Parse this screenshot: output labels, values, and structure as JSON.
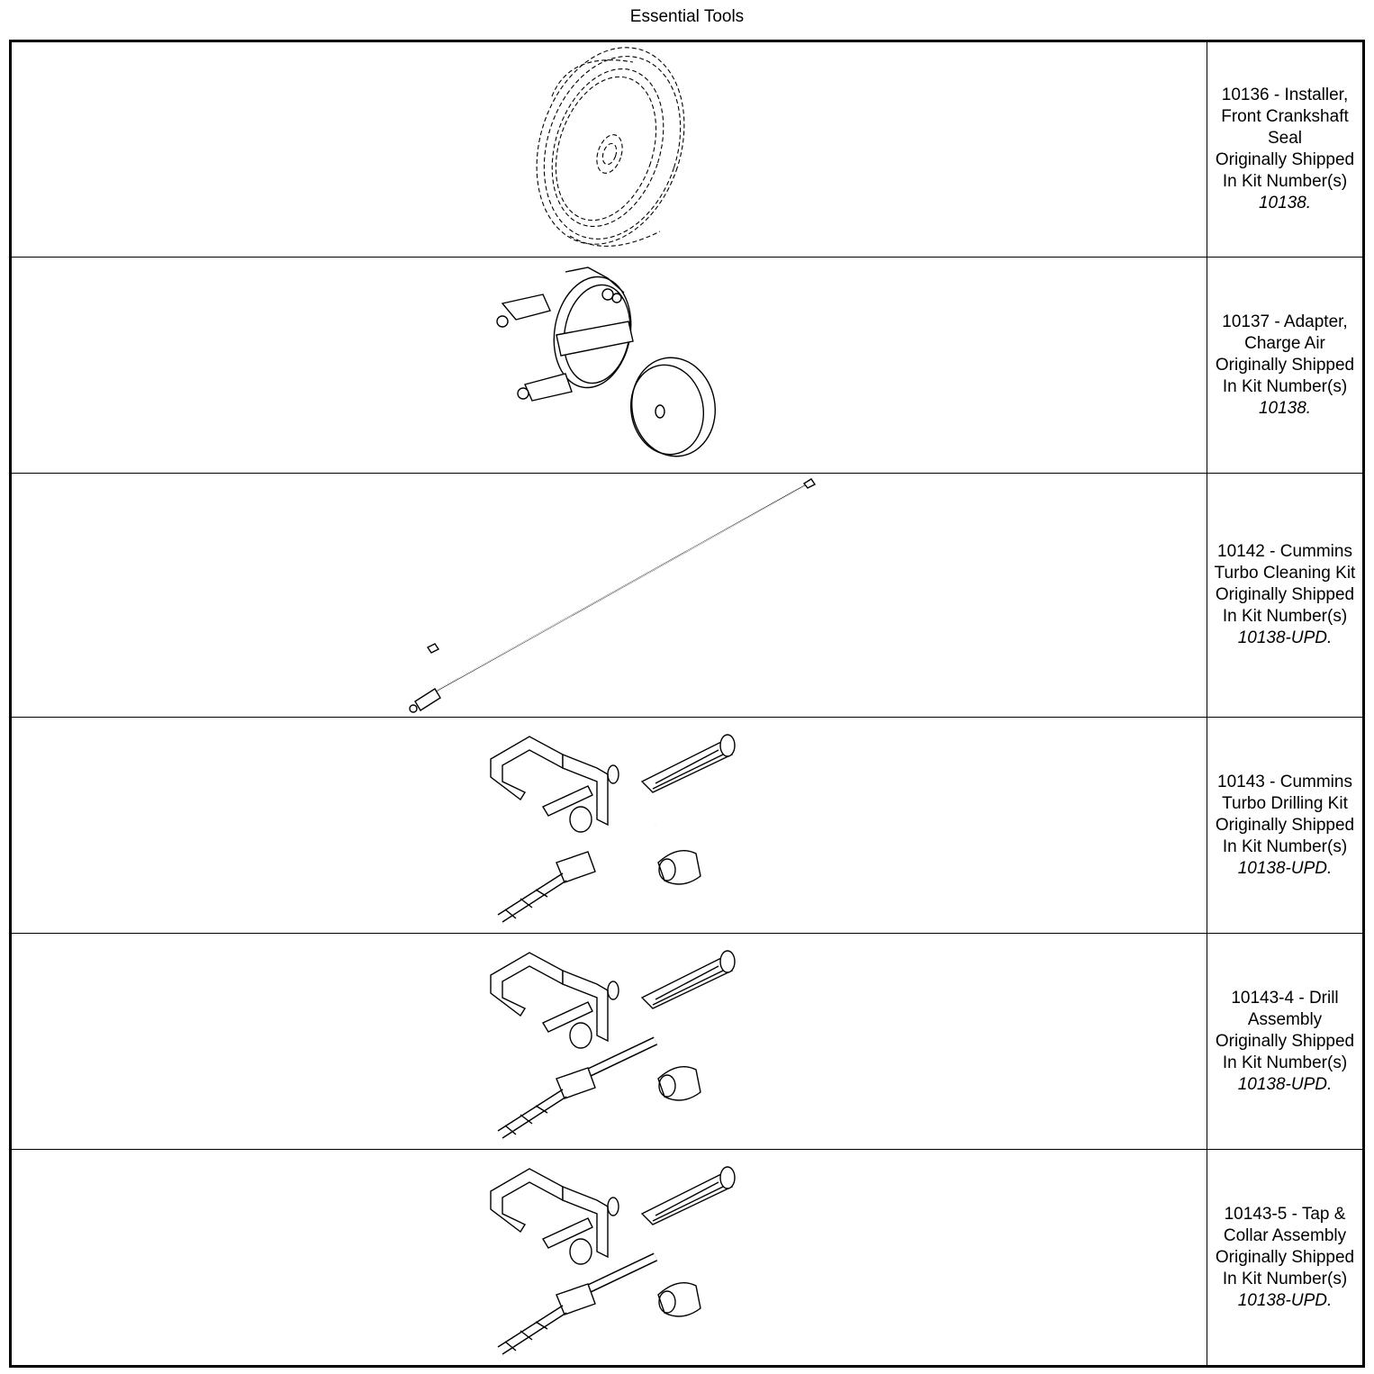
{
  "page_title": "Essential Tools",
  "tools": [
    {
      "name": "10136 - Installer, Front Crankshaft Seal",
      "shipped": "Originally Shipped In Kit Number(s)",
      "kit": "10138",
      "illustration": "seal-installer-icon"
    },
    {
      "name": "10137 - Adapter, Charge Air",
      "shipped": "Originally Shipped In Kit Number(s)",
      "kit": "10138",
      "illustration": "charge-air-adapter-icon"
    },
    {
      "name": "10142 - Cummins Turbo Cleaning Kit",
      "shipped": "Originally Shipped In Kit Number(s)",
      "kit": "10138-UPD",
      "illustration": "cleaning-rod-icon"
    },
    {
      "name": "10143 - Cummins Turbo Drilling Kit",
      "shipped": "Originally Shipped In Kit Number(s)",
      "kit": "10138-UPD",
      "illustration": "drilling-kit-icon"
    },
    {
      "name": "10143-4 - Drill Assembly",
      "shipped": "Originally Shipped In Kit Number(s)",
      "kit": "10138-UPD",
      "illustration": "drilling-kit-icon"
    },
    {
      "name": "10143-5 - Tap & Collar Assembly",
      "shipped": "Originally Shipped In Kit Number(s)",
      "kit": "10138-UPD",
      "illustration": "drilling-kit-icon"
    }
  ]
}
